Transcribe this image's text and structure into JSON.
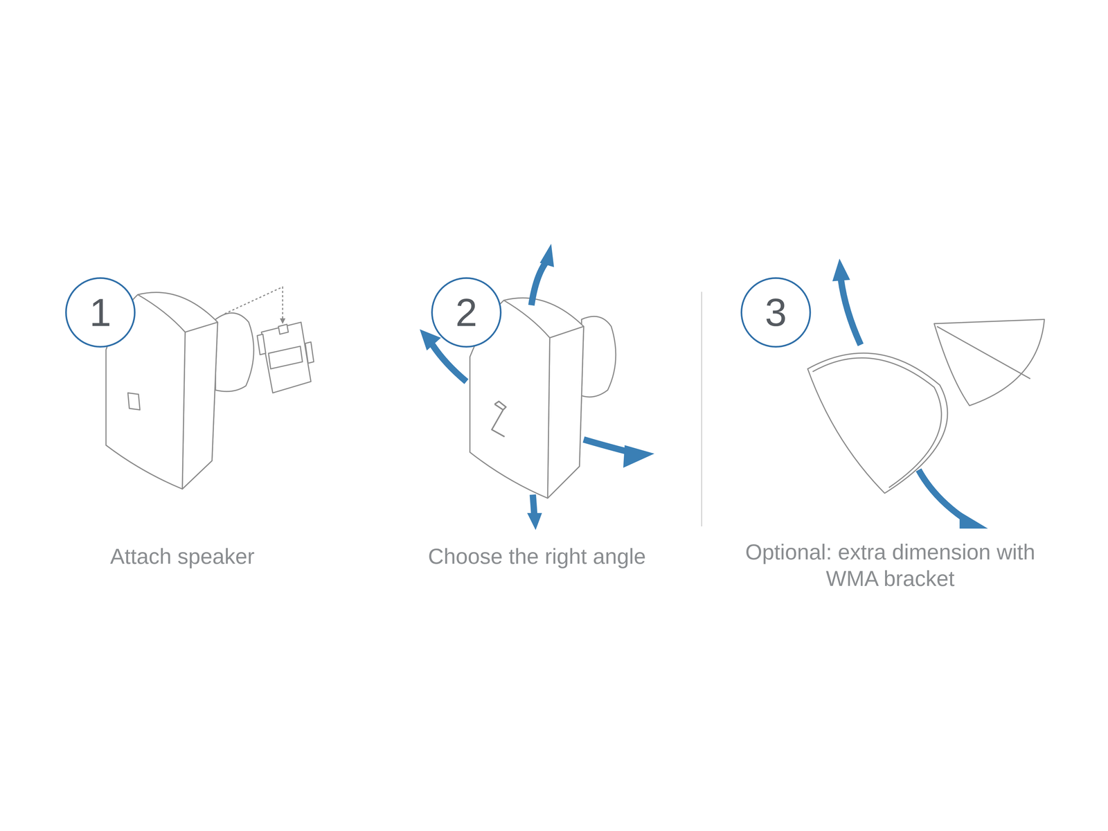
{
  "diagram": {
    "nodes": [
      {
        "text": [
          "1"
        ]
      },
      {
        "text": [
          "2"
        ]
      },
      {
        "text": [
          "3"
        ]
      }
    ],
    "labels": [
      "Attach speaker",
      "Choose the right angle",
      "Optional: extra dimension with WMA bracket"
    ]
  }
}
